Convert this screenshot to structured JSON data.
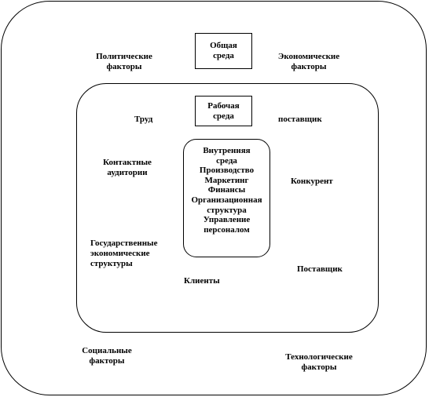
{
  "general_environment": "Общая\nсреда",
  "work_environment": "Рабочая\nсреда",
  "outer_factors": {
    "political": "Политические\nфакторы",
    "economic": "Экономические\nфакторы",
    "social": "Социальные\nфакторы",
    "technological": "Технологические\nфакторы"
  },
  "work_factors": {
    "labor": "Труд",
    "supplier_top": "поставщик",
    "contact_audiences": "Контактные\nаудитории",
    "competitor": "Конкурент",
    "state_structures": "Государственные\nэкономические\nструктуры",
    "supplier_bottom": "Поставщик",
    "clients": "Клиенты"
  },
  "internal_environment": {
    "title": "Внутренняя\nсреда",
    "items": [
      "Производство",
      "Маркетинг",
      "Финансы",
      "Организационная структура",
      "Управление персоналом"
    ]
  }
}
